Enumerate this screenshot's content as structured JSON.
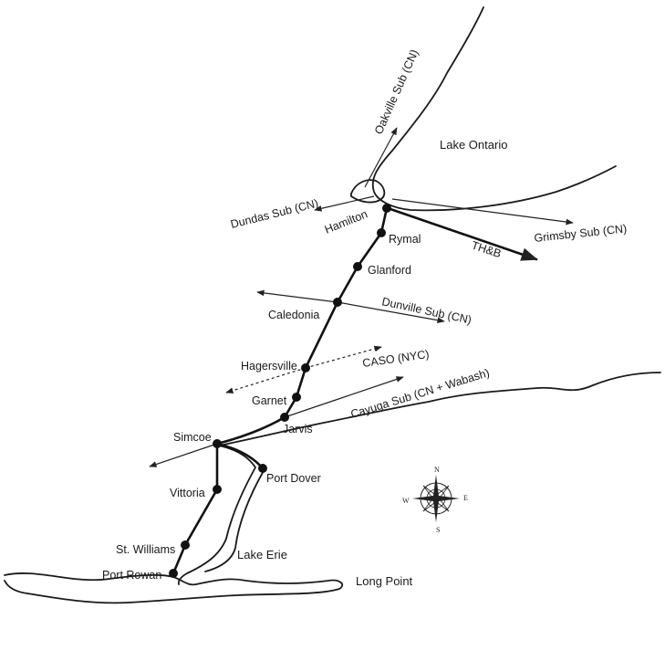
{
  "water_bodies": {
    "lake_ontario": "Lake Ontario",
    "lake_erie": "Lake Erie",
    "long_point": "Long Point"
  },
  "stations": [
    {
      "id": "hamilton",
      "name": "Hamilton"
    },
    {
      "id": "rymal",
      "name": "Rymal"
    },
    {
      "id": "glanford",
      "name": "Glanford"
    },
    {
      "id": "caledonia",
      "name": "Caledonia"
    },
    {
      "id": "hagersville",
      "name": "Hagersville"
    },
    {
      "id": "garnet",
      "name": "Garnet"
    },
    {
      "id": "jarvis",
      "name": "Jarvis"
    },
    {
      "id": "simcoe",
      "name": "Simcoe"
    },
    {
      "id": "port-dover",
      "name": "Port Dover"
    },
    {
      "id": "vittoria",
      "name": "Vittoria"
    },
    {
      "id": "st-williams",
      "name": "St. Williams"
    },
    {
      "id": "port-rowan",
      "name": "Port Rowan"
    }
  ],
  "connecting_lines": {
    "oakville": "Oakville Sub (CN)",
    "dundas": "Dundas Sub (CN)",
    "grimsby": "Grimsby Sub (CN)",
    "thb": "TH&B",
    "dunnville": "Dunville Sub (CN)",
    "caso": "CASO (NYC)",
    "cayuga": "Cayuga Sub (CN + Wabash)"
  },
  "compass": {
    "n": "N",
    "s": "S",
    "e": "E",
    "w": "W"
  },
  "colors": {
    "ink": "#1a1a1a",
    "background": "#ffffff"
  }
}
